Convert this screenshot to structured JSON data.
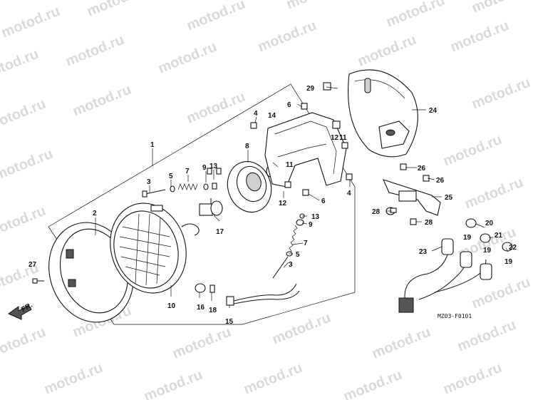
{
  "watermark_text": "motod.ru",
  "diagram_code": "MZ03-F0101",
  "direction_label": "FR.",
  "callouts": [
    "1",
    "2",
    "3",
    "4",
    "5",
    "6",
    "7",
    "8",
    "9",
    "10",
    "11",
    "12",
    "13",
    "14",
    "15",
    "16",
    "17",
    "18",
    "19",
    "20",
    "21",
    "22",
    "23",
    "24",
    "25",
    "26",
    "27",
    "28",
    "29"
  ]
}
